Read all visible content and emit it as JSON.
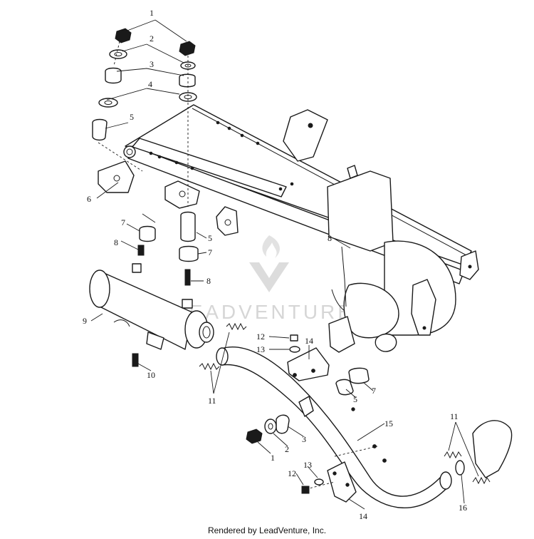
{
  "watermark": "LEADVENTURE",
  "footer": "Rendered by LeadVenture, Inc.",
  "callouts": [
    {
      "id": "c1a",
      "text": "1"
    },
    {
      "id": "c2a",
      "text": "2"
    },
    {
      "id": "c3a",
      "text": "3"
    },
    {
      "id": "c4a",
      "text": "4"
    },
    {
      "id": "c5a",
      "text": "5"
    },
    {
      "id": "c6",
      "text": "6"
    },
    {
      "id": "c7a",
      "text": "7"
    },
    {
      "id": "c8a",
      "text": "8"
    },
    {
      "id": "c8b",
      "text": "8"
    },
    {
      "id": "c5b",
      "text": "5"
    },
    {
      "id": "c7b",
      "text": "7"
    },
    {
      "id": "c8c",
      "text": "8"
    },
    {
      "id": "c9",
      "text": "9"
    },
    {
      "id": "c10",
      "text": "10"
    },
    {
      "id": "c11a",
      "text": "11"
    },
    {
      "id": "c12a",
      "text": "12"
    },
    {
      "id": "c13a",
      "text": "13"
    },
    {
      "id": "c14a",
      "text": "14"
    },
    {
      "id": "c5c",
      "text": "5"
    },
    {
      "id": "c7c",
      "text": "7"
    },
    {
      "id": "c15",
      "text": "15"
    },
    {
      "id": "c1b",
      "text": "1"
    },
    {
      "id": "c2b",
      "text": "2"
    },
    {
      "id": "c3b",
      "text": "3"
    },
    {
      "id": "c12b",
      "text": "12"
    },
    {
      "id": "c13b",
      "text": "13"
    },
    {
      "id": "c14b",
      "text": "14"
    },
    {
      "id": "c11b",
      "text": "11"
    },
    {
      "id": "c16",
      "text": "16"
    }
  ]
}
